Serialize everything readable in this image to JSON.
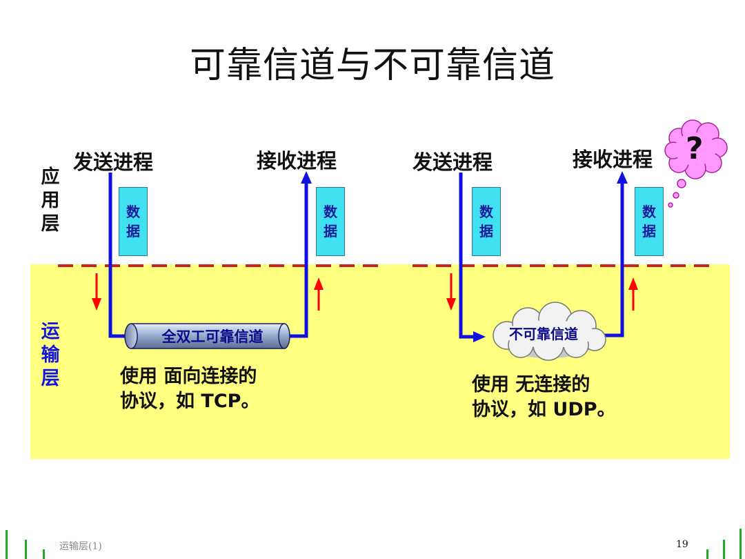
{
  "title": "可靠信道与不可靠信道",
  "layers": {
    "application": [
      "应",
      "用",
      "层"
    ],
    "transport": [
      "运",
      "输",
      "层"
    ]
  },
  "left": {
    "sender": "发送进程",
    "receiver": "接收进程",
    "data_label": [
      "数",
      "据"
    ],
    "channel_label": "全双工可靠信道",
    "description_line1": "使用 面向连接的",
    "description_line2_prefix": "协议，如 ",
    "description_protocol": "TCP",
    "description_suffix": "。"
  },
  "right": {
    "sender": "发送进程",
    "receiver": "接收进程",
    "data_label": [
      "数",
      "据"
    ],
    "channel_label": "不可靠信道",
    "description_line1": "使用 无连接的",
    "description_line2_prefix": "协议，如 ",
    "description_protocol": "UDP",
    "description_suffix": "。",
    "thought_symbol": "?"
  },
  "footer": {
    "label": "运输层(1)",
    "page_number": "19"
  },
  "colors": {
    "transport_band": "#ffff80",
    "path_blue": "#1010e0",
    "divider_red": "#cc2222",
    "arrow_red": "#ff0000",
    "data_box": "#40e0f0",
    "footer_green": "#22aa22",
    "thought_bubble": "#ff99ff"
  }
}
